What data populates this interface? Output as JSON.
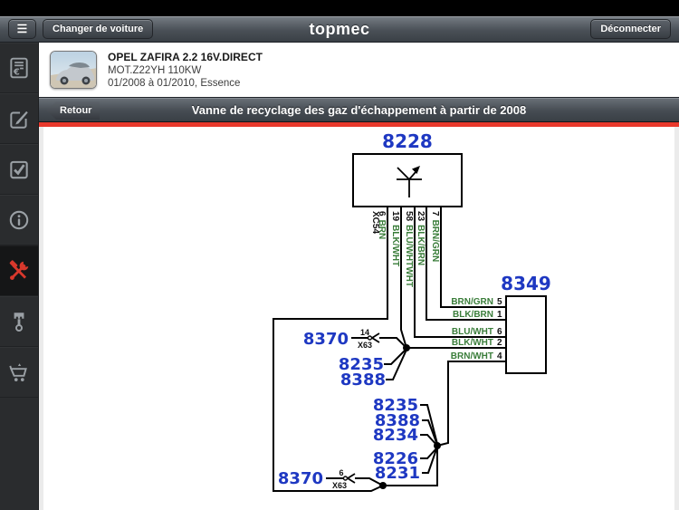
{
  "topbar": {
    "menu_icon": "hamburger-icon",
    "menu_glyph": "☰",
    "change_car_label": "Changer de voiture",
    "app_title": "topmec",
    "logout_label": "Déconnecter"
  },
  "vehicle": {
    "title": "OPEL ZAFIRA 2.2 16V.DIRECT",
    "engine": "MOT.Z22YH 110KW",
    "period": "01/2008 à 01/2010, Essence"
  },
  "subheader": {
    "back_label": "Retour",
    "title": "Vanne de recyclage des gaz d'échappement à partir de 2008"
  },
  "sidebar": {
    "items": [
      {
        "icon": "invoice-icon"
      },
      {
        "icon": "edit-icon"
      },
      {
        "icon": "checklist-icon"
      },
      {
        "icon": "info-icon"
      },
      {
        "icon": "tools-icon",
        "active": true
      },
      {
        "icon": "piston-icon"
      },
      {
        "icon": "cart-icon"
      }
    ],
    "active_index": 4
  },
  "colors": {
    "accent_red": "#e8392c",
    "diagram_blue": "#1e38c2",
    "wire_green": "#3a7d3a",
    "active_icon_red": "#d8382c"
  },
  "diagram": {
    "components": [
      {
        "id": "8228",
        "connector": "XC54",
        "pins": [
          {
            "pin": "6",
            "wire": "BRN"
          },
          {
            "pin": "19",
            "wire": "BLK/WHT"
          },
          {
            "pin": "58",
            "wire": "BLU/WHTWHT"
          },
          {
            "pin": "23",
            "wire": "BLK/BRN"
          },
          {
            "pin": "7",
            "wire": "BRN/GRN"
          }
        ]
      },
      {
        "id": "8349",
        "pins": [
          {
            "wire": "BRN/GRN",
            "pin": "5"
          },
          {
            "wire": "BLK/BRN",
            "pin": "1"
          },
          {
            "wire": "BLU/WHT",
            "pin": "6"
          },
          {
            "wire": "BLK/WHT",
            "pin": "2"
          },
          {
            "wire": "BRN/WHT",
            "pin": "4"
          }
        ]
      }
    ],
    "grounds": [
      {
        "component": "8370",
        "pin": "14",
        "connector": "X63",
        "taps": [
          "8235",
          "8388"
        ]
      },
      {
        "component": "8370",
        "pin": "6",
        "connector": "X63",
        "taps": [
          "8235",
          "8388",
          "8234",
          "8226",
          "8231"
        ]
      }
    ]
  }
}
